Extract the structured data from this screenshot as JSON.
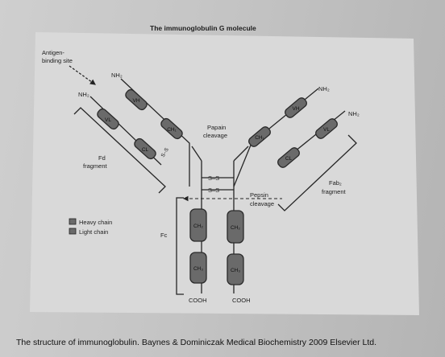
{
  "diagram": {
    "title": "The immunoglobulin G molecule",
    "labels": {
      "antigen_binding_site": [
        "Antigen-",
        "binding site"
      ],
      "nh2": "NH₂",
      "fd_fragment": [
        "Fd",
        "fragment"
      ],
      "fab2_fragment": [
        "Fab₂",
        "fragment"
      ],
      "papain_cleavage": [
        "Papain",
        "cleavage"
      ],
      "pepsin_cleavage": [
        "Pepsin",
        "cleavage"
      ],
      "ss": "S–S",
      "fc": "Fc",
      "cooh": "COOH"
    },
    "legend": [
      {
        "label": "Heavy chain"
      },
      {
        "label": "Light chain"
      }
    ],
    "domains": {
      "vh": "VH",
      "vl": "VL",
      "ch1": "CH₁",
      "cl": "CL",
      "ch2": "CH₂",
      "ch3": "CH₃"
    },
    "colors": {
      "domain_fill": "#6a6a6a",
      "page": "#d9d9d9",
      "ink": "#1e1e1e"
    }
  },
  "caption": "The structure of immunoglobulin. Baynes & Dominiczak Medical Biochemistry 2009 Elsevier Ltd."
}
